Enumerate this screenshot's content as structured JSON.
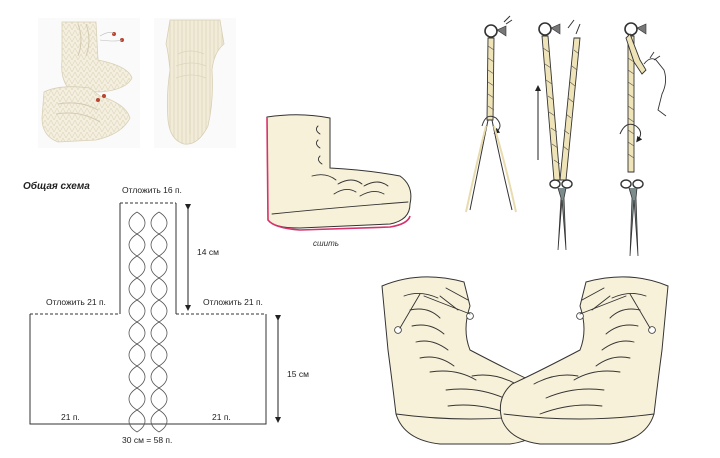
{
  "schema": {
    "title": "Общая схема",
    "top_bind_off": "Отложить 16 п.",
    "top_height": "14 см",
    "left_bind_off": "Отложить 21 п.",
    "right_bind_off": "Отложить 21 п.",
    "side_height": "15 см",
    "left_count": "21 п.",
    "right_count": "21 п.",
    "bottom_width": "30 см = 58 п."
  },
  "sewing": {
    "label": "сшить",
    "seam_color": "#d6336c"
  },
  "colors": {
    "yarn_cream": "#f4efdf",
    "boot_fill": "#f7f1d9",
    "line": "#333333"
  },
  "icons": [
    "scissors-icon",
    "key-ring-icon",
    "hand-icon"
  ]
}
